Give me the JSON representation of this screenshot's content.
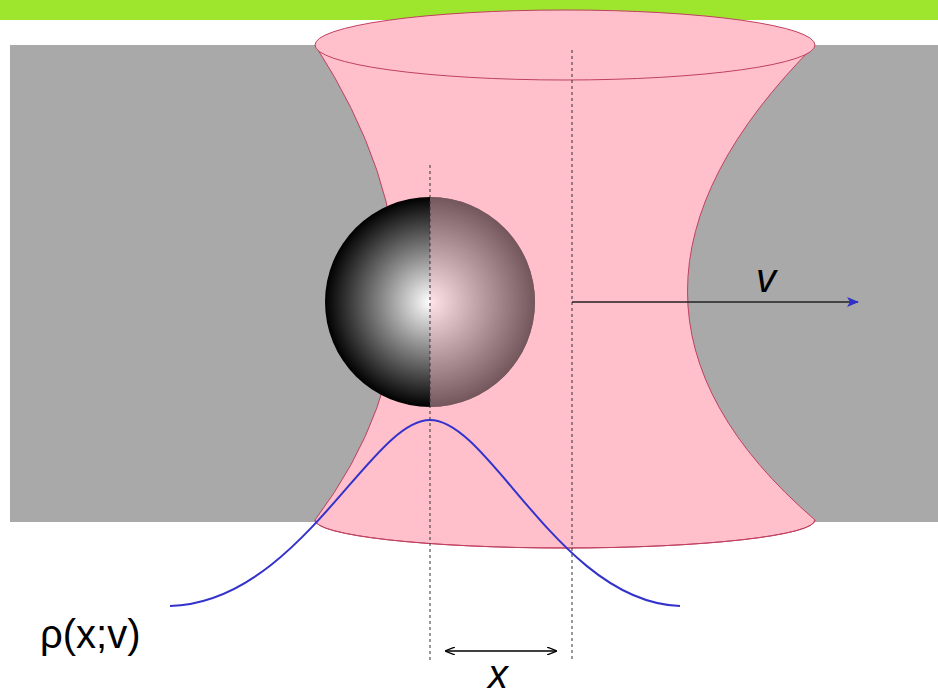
{
  "diagram": {
    "labels": [
      "v",
      "ρ(x;v)",
      "x"
    ]
  }
}
